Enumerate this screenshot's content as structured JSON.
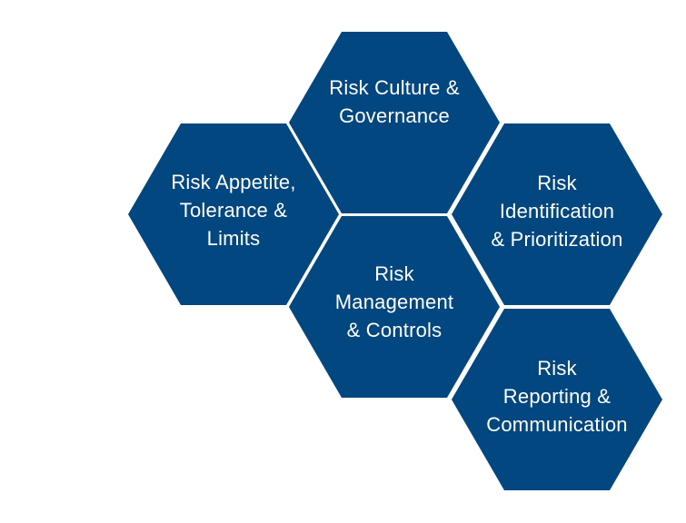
{
  "colors": {
    "hex_fill": "#02477f",
    "label_text": "#ffffff",
    "background": "#ffffff"
  },
  "hexagons": [
    {
      "id": "culture",
      "label": "Risk Culture &\nGovernance"
    },
    {
      "id": "appetite",
      "label": "Risk Appetite,\nTolerance &\nLimits"
    },
    {
      "id": "identification",
      "label": "Risk\nIdentification\n& Prioritization"
    },
    {
      "id": "management",
      "label": "Risk\nManagement\n& Controls"
    },
    {
      "id": "reporting",
      "label": "Risk\nReporting &\nCommunication"
    }
  ]
}
